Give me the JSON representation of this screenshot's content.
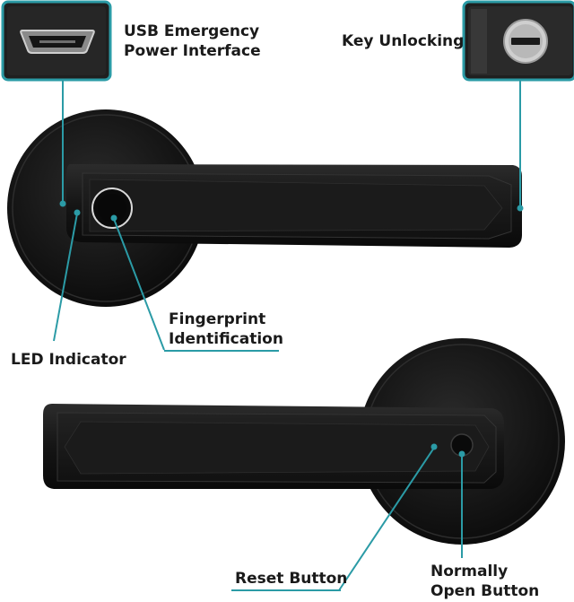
{
  "accent_color": "#2b9ba6",
  "lock_color": "#141414",
  "labels": {
    "usb": {
      "line1": "USB Emergency",
      "line2": "Power Interface"
    },
    "key": "Key Unlocking",
    "fingerprint": {
      "line1": "Fingerprint",
      "line2": "Identification"
    },
    "led": "LED Indicator",
    "reset": "Reset Button",
    "normally_open": {
      "line1": "Normally",
      "line2": "Open Button"
    }
  },
  "icons": {
    "usb_port": "micro-usb-port-icon",
    "key_cylinder": "key-cylinder-icon"
  }
}
